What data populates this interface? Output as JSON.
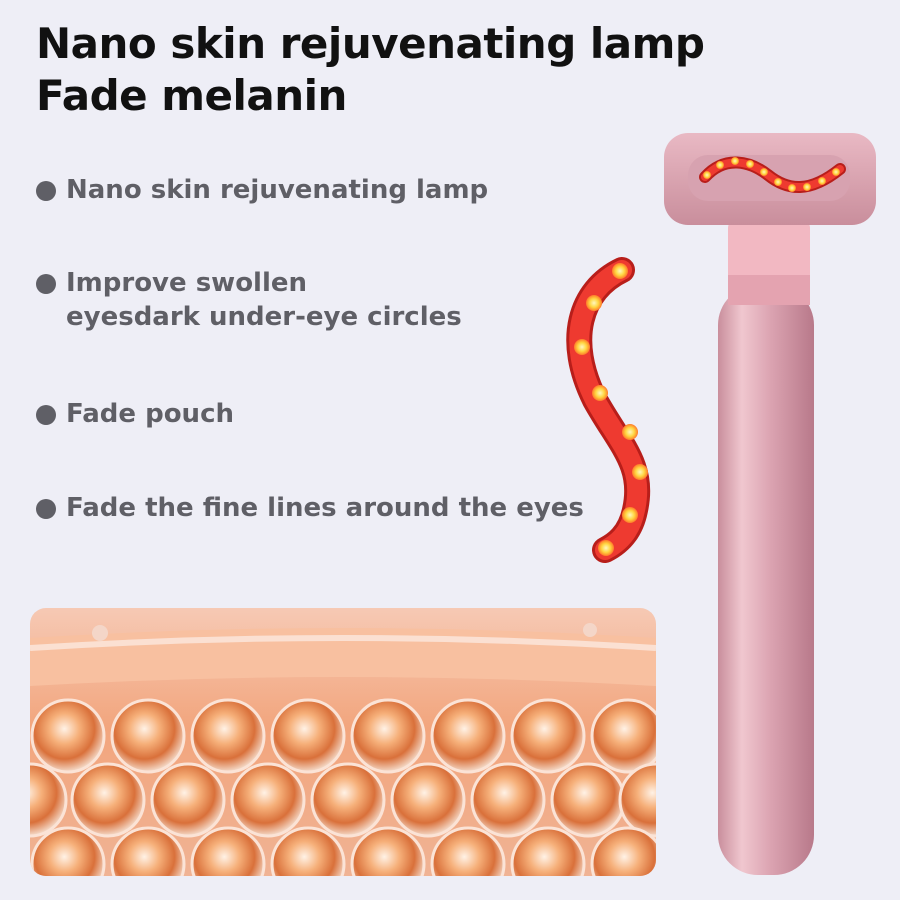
{
  "title": {
    "line1": "Nano skin rejuvenating lamp",
    "line2": "Fade melanin"
  },
  "features": [
    {
      "text": "Nano skin rejuvenating lamp"
    },
    {
      "text": "Improve swollen\neyesdark under-eye circles"
    },
    {
      "text": "Fade pouch"
    },
    {
      "text": "Fade the fine lines around the eyes"
    }
  ],
  "colors": {
    "background": "#eeeef6",
    "title": "#111111",
    "feature_text": "#5f5f66",
    "device_pink": "#d9a4b1",
    "led_red": "#e8322a",
    "led_yellow": "#ffd640",
    "skin_orange": "#f0a072"
  },
  "icons": {
    "bullet": "filled-circle",
    "led_strip": "red-light-wave"
  }
}
